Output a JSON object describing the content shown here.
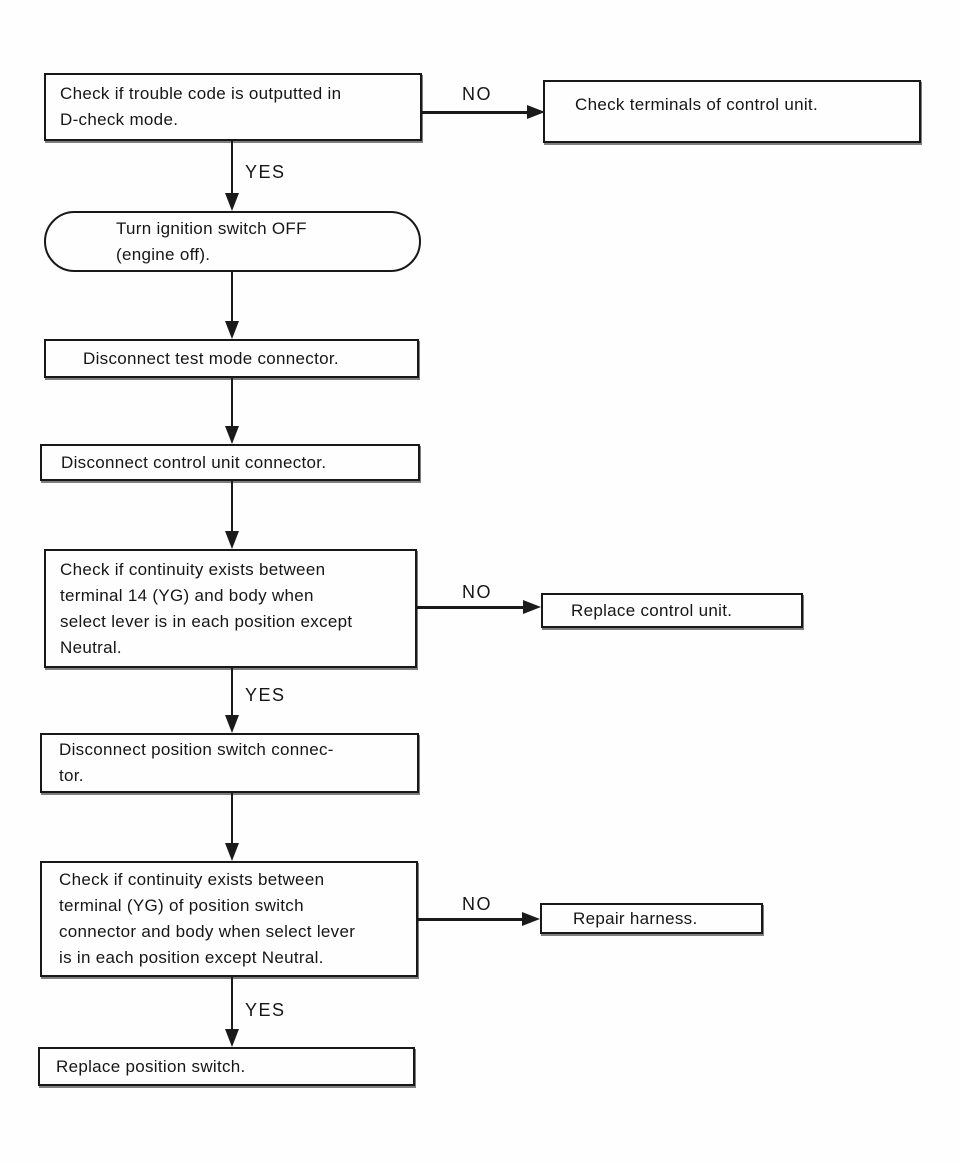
{
  "diagram": {
    "type": "troubleshooting-flowchart",
    "colors": {
      "background": "#fefefe",
      "ink": "#181818"
    },
    "nodes": [
      {
        "id": "check-trouble-code",
        "shape": "rect",
        "text": "Check if trouble code is outputted in\nD-check mode."
      },
      {
        "id": "check-terminals-of-control-unit",
        "shape": "rect",
        "text": "Check terminals of control unit."
      },
      {
        "id": "turn-ignition-switch-off",
        "shape": "stadium",
        "text": "Turn ignition switch OFF\n(engine off)."
      },
      {
        "id": "disconnect-test-mode-connector",
        "shape": "rect",
        "text": "Disconnect test mode connector."
      },
      {
        "id": "disconnect-control-unit-connector",
        "shape": "rect",
        "text": "Disconnect control unit connector."
      },
      {
        "id": "check-continuity-terminal-14",
        "shape": "rect",
        "text": "Check if continuity exists between\nterminal 14 (YG) and body when\nselect lever is in each position except\nNeutral."
      },
      {
        "id": "replace-control-unit",
        "shape": "rect",
        "text": "Replace control unit."
      },
      {
        "id": "disconnect-position-switch-connector",
        "shape": "rect",
        "text": "Disconnect position switch connec-\ntor."
      },
      {
        "id": "check-continuity-terminal-yg",
        "shape": "rect",
        "text": "Check if continuity exists between\nterminal (YG) of position switch\nconnector and body when select lever\nis in each position except Neutral."
      },
      {
        "id": "repair-harness",
        "shape": "rect",
        "text": "Repair harness."
      },
      {
        "id": "replace-position-switch",
        "shape": "rect",
        "text": "Replace position switch."
      }
    ],
    "edges": [
      {
        "from": "check-trouble-code",
        "to": "turn-ignition-switch-off",
        "label": "YES"
      },
      {
        "from": "check-trouble-code",
        "to": "check-terminals-of-control-unit",
        "label": "NO"
      },
      {
        "from": "turn-ignition-switch-off",
        "to": "disconnect-test-mode-connector",
        "label": ""
      },
      {
        "from": "disconnect-test-mode-connector",
        "to": "disconnect-control-unit-connector",
        "label": ""
      },
      {
        "from": "disconnect-control-unit-connector",
        "to": "check-continuity-terminal-14",
        "label": ""
      },
      {
        "from": "check-continuity-terminal-14",
        "to": "disconnect-position-switch-connector",
        "label": "YES"
      },
      {
        "from": "check-continuity-terminal-14",
        "to": "replace-control-unit",
        "label": "NO"
      },
      {
        "from": "disconnect-position-switch-connector",
        "to": "check-continuity-terminal-yg",
        "label": ""
      },
      {
        "from": "check-continuity-terminal-yg",
        "to": "replace-position-switch",
        "label": "YES"
      },
      {
        "from": "check-continuity-terminal-yg",
        "to": "repair-harness",
        "label": "NO"
      }
    ]
  }
}
